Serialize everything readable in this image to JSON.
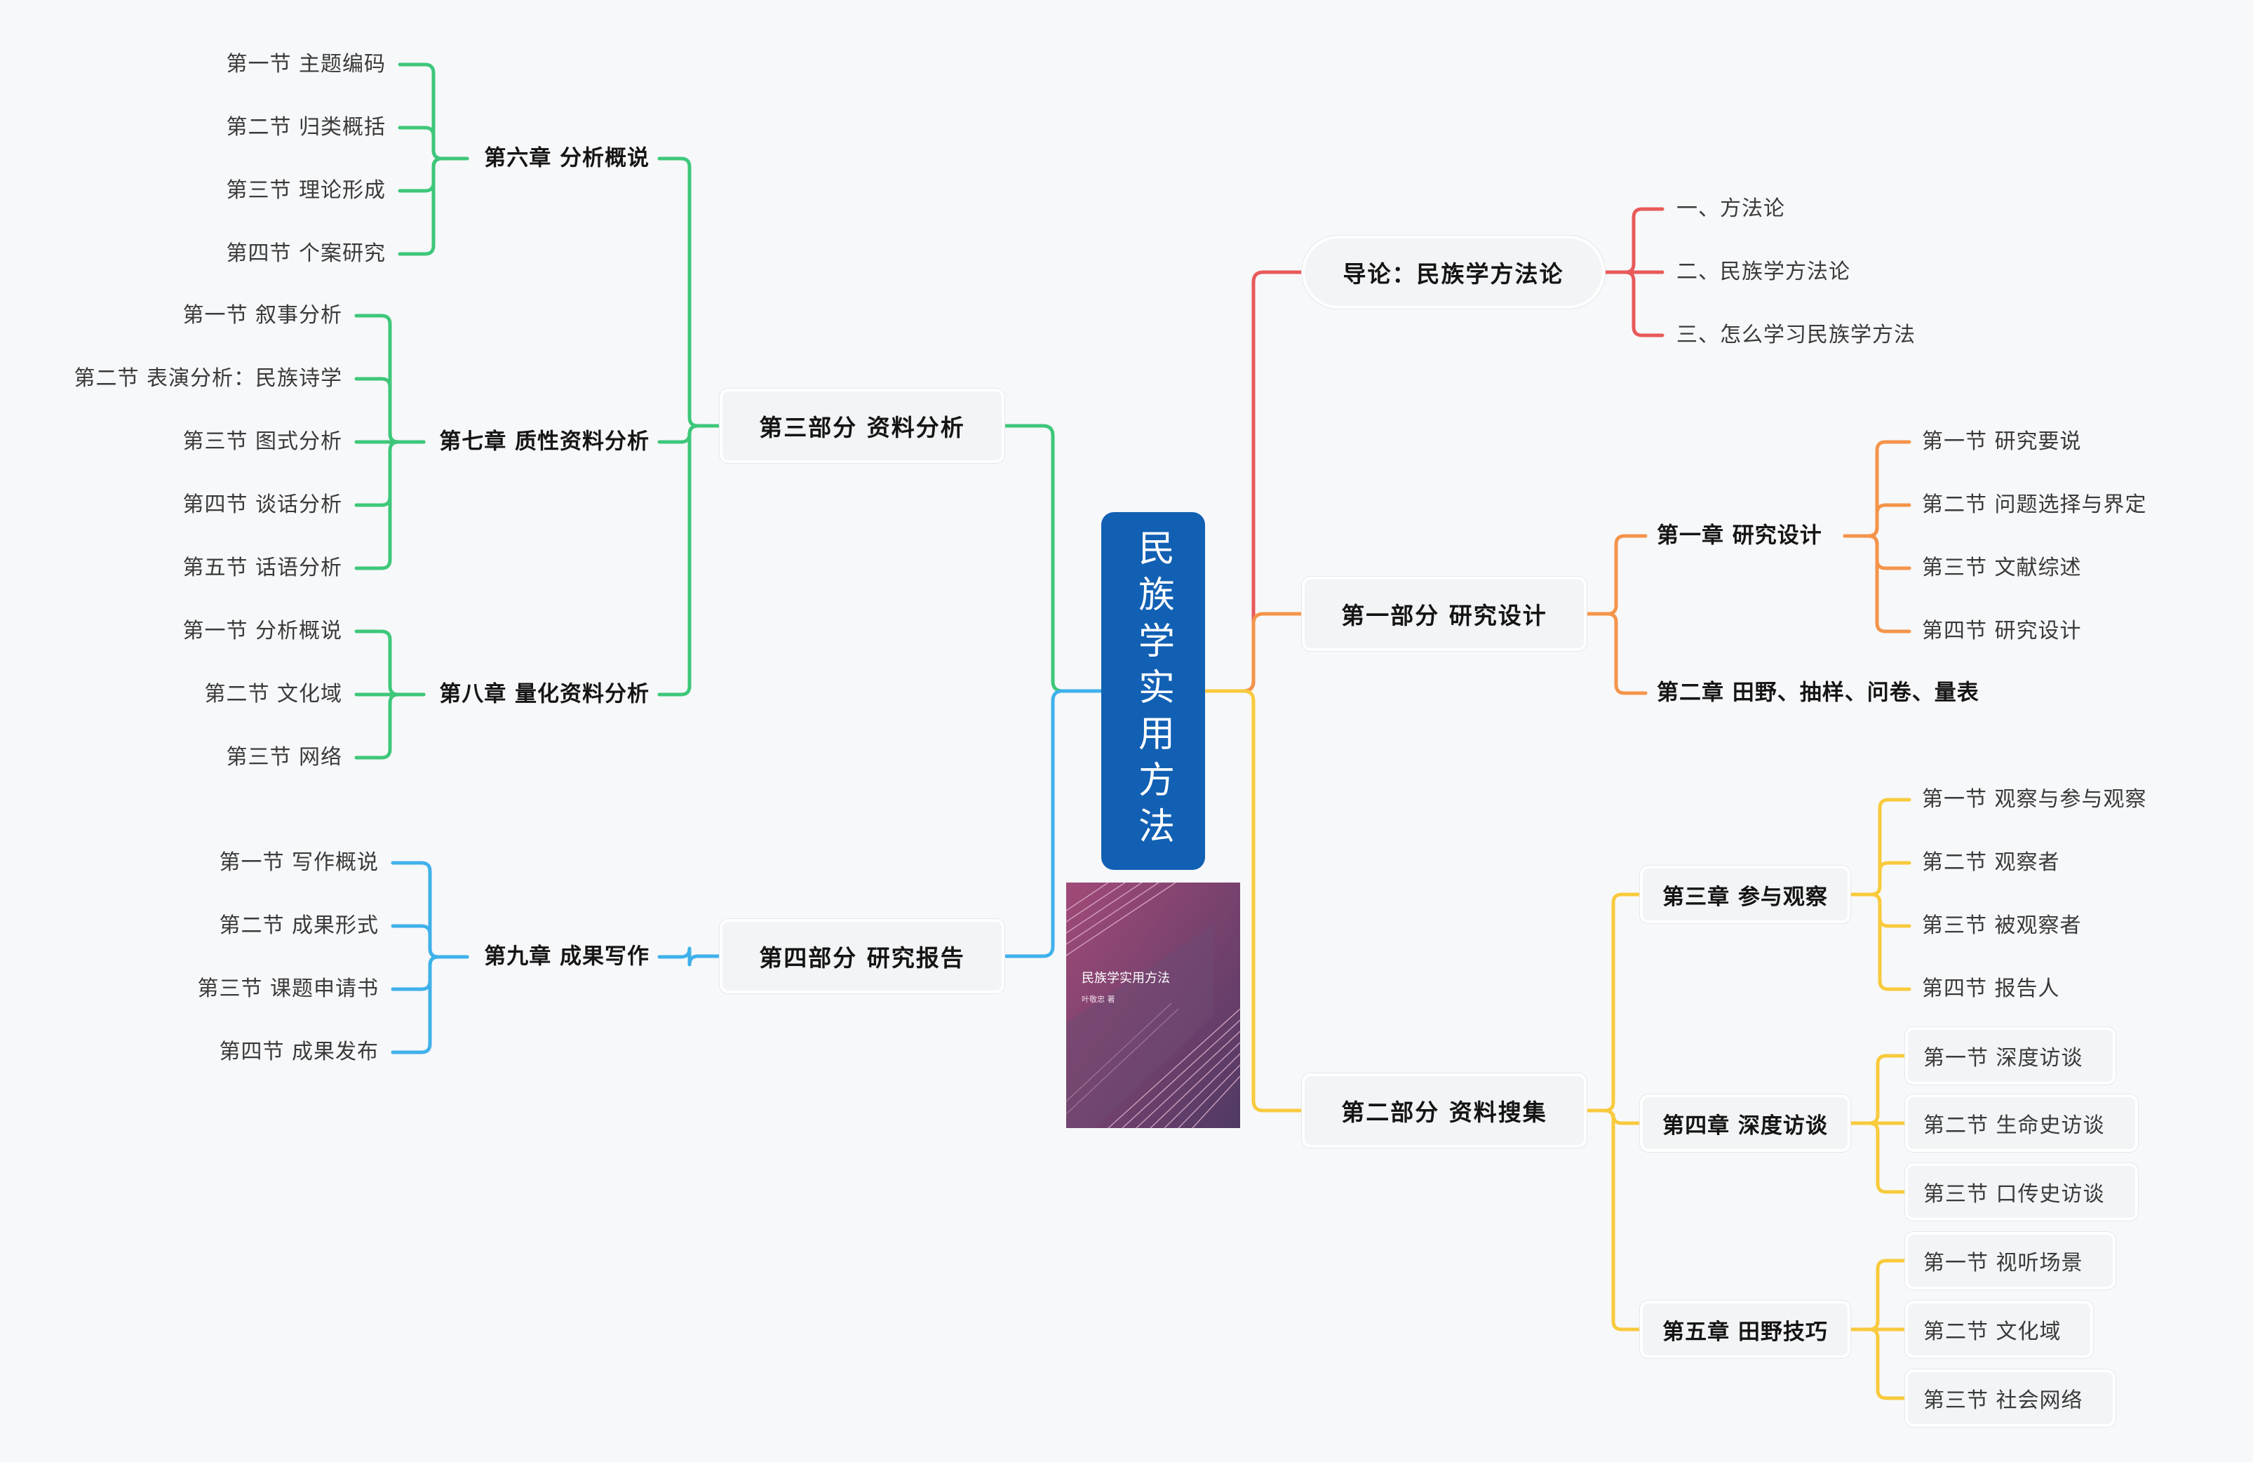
{
  "root": "民族学实用方法",
  "book": {
    "title": "民族学实用方法",
    "author": "叶敬忠 著"
  },
  "colors": {
    "intro": "#e85a5a",
    "part1": "#f4944a",
    "part2": "#f8ca3c",
    "part3": "#3ec77a",
    "part4": "#3fb1ea",
    "center": "#1160b3"
  },
  "intro": {
    "label": "导论：民族学方法论",
    "items": [
      "一、方法论",
      "二、民族学方法论",
      "三、怎么学习民族学方法"
    ]
  },
  "part1": {
    "label": "第一部分  研究设计",
    "chapters": [
      {
        "label": "第一章  研究设计",
        "sections": [
          "第一节  研究要说",
          "第二节  问题选择与界定",
          "第三节  文献综述",
          "第四节  研究设计"
        ]
      },
      {
        "label": "第二章 田野、抽样、问卷、量表",
        "sections": []
      }
    ]
  },
  "part2": {
    "label": "第二部分  资料搜集",
    "chapters": [
      {
        "label": "第三章  参与观察",
        "sections": [
          "第一节  观察与参与观察",
          "第二节  观察者",
          "第三节  被观察者",
          "第四节  报告人"
        ]
      },
      {
        "label": "第四章  深度访谈",
        "sections": [
          "第一节  深度访谈",
          "第二节  生命史访谈",
          "第三节  口传史访谈"
        ]
      },
      {
        "label": "第五章  田野技巧",
        "sections": [
          "第一节  视听场景",
          "第二节  文化域",
          "第三节  社会网络"
        ]
      }
    ]
  },
  "part3": {
    "label": "第三部分  资料分析",
    "chapters": [
      {
        "label": "第六章  分析概说",
        "sections": [
          "第一节  主题编码",
          "第二节  归类概括",
          "第三节  理论形成",
          "第四节  个案研究"
        ]
      },
      {
        "label": "第七章  质性资料分析",
        "sections": [
          "第一节  叙事分析",
          "第二节  表演分析：民族诗学",
          "第三节  图式分析",
          "第四节  谈话分析",
          "第五节  话语分析"
        ]
      },
      {
        "label": "第八章  量化资料分析",
        "sections": [
          "第一节  分析概说",
          "第二节  文化域",
          "第三节  网络"
        ]
      }
    ]
  },
  "part4": {
    "label": "第四部分  研究报告",
    "chapters": [
      {
        "label": "第九章  成果写作",
        "sections": [
          "第一节  写作概说",
          "第二节  成果形式",
          "第三节  课题申请书",
          "第四节  成果发布"
        ]
      }
    ]
  }
}
